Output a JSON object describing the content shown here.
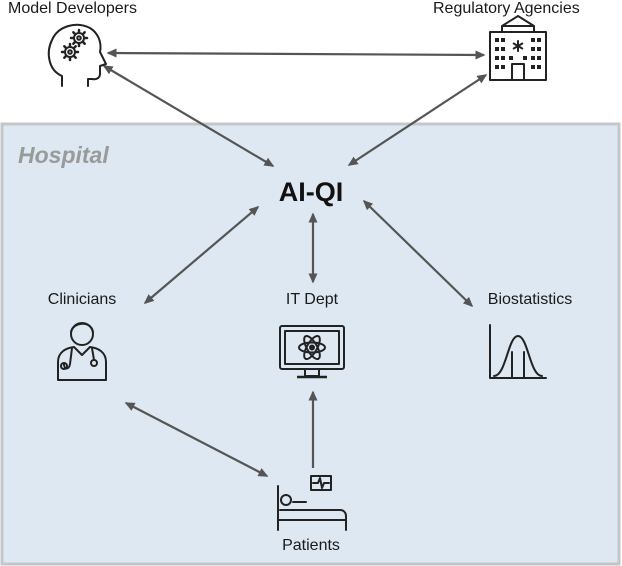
{
  "container": {
    "label": "Hospital",
    "fill": "#dde8f2",
    "border": "#c4c6c8",
    "label_color": "#9a9a9a"
  },
  "center_node": {
    "label": "AI-QI"
  },
  "nodes": {
    "model_developers": {
      "label": "Model Developers",
      "icon": "head-gears-icon"
    },
    "regulatory_agencies": {
      "label": "Regulatory Agencies",
      "icon": "hospital-building-icon"
    },
    "clinicians": {
      "label": "Clinicians",
      "icon": "doctor-stethoscope-icon"
    },
    "it_dept": {
      "label": "IT Dept",
      "icon": "monitor-atom-icon"
    },
    "biostatistics": {
      "label": "Biostatistics",
      "icon": "bell-curve-icon"
    },
    "patients": {
      "label": "Patients",
      "icon": "patient-bed-icon"
    }
  },
  "edges": [
    {
      "from": "model_developers",
      "to": "regulatory_agencies",
      "direction": "both"
    },
    {
      "from": "model_developers",
      "to": "center_node",
      "direction": "both"
    },
    {
      "from": "regulatory_agencies",
      "to": "center_node",
      "direction": "both"
    },
    {
      "from": "center_node",
      "to": "clinicians",
      "direction": "both"
    },
    {
      "from": "center_node",
      "to": "it_dept",
      "direction": "both"
    },
    {
      "from": "center_node",
      "to": "biostatistics",
      "direction": "both"
    },
    {
      "from": "clinicians",
      "to": "patients",
      "direction": "both"
    },
    {
      "from": "patients",
      "to": "it_dept",
      "direction": "forward"
    }
  ],
  "colors": {
    "arrow": "#555555",
    "icon_stroke": "#222222"
  }
}
